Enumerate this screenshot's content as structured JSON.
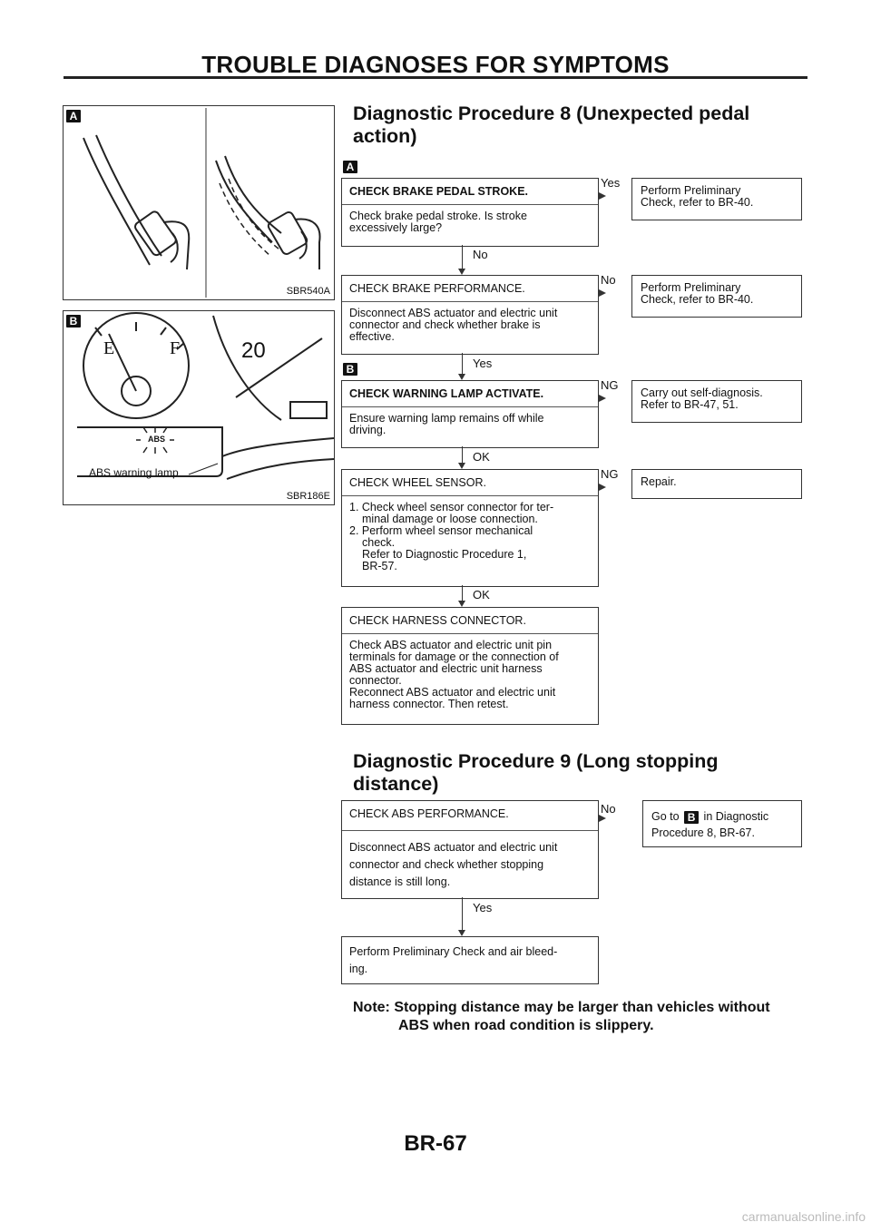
{
  "header": {
    "title": "TROUBLE DIAGNOSES FOR SYMPTOMS"
  },
  "figures": {
    "a": {
      "tag": "A",
      "code": "SBR540A"
    },
    "b": {
      "tag": "B",
      "code": "SBR186E",
      "lamp_label": "ABS warning lamp",
      "lamp_text": "ABS",
      "gauge_e": "E",
      "gauge_f": "F",
      "speed": "20"
    }
  },
  "proc8": {
    "title_line1": "Diagnostic Procedure 8 (Unexpected pedal",
    "title_line2": "action)",
    "tag_a": "A",
    "tag_b": "B",
    "steps": [
      {
        "heading": "CHECK BRAKE PEDAL STROKE.",
        "body": [
          "Check brake pedal stroke. Is stroke",
          "excessively large?"
        ],
        "down": "No",
        "right": "Yes",
        "result": [
          "Perform Preliminary",
          "Check, refer to BR-40."
        ]
      },
      {
        "heading": "CHECK BRAKE PERFORMANCE.",
        "body": [
          "Disconnect ABS actuator and electric unit",
          "connector and check whether brake is",
          "effective."
        ],
        "down": "Yes",
        "right": "No",
        "result": [
          "Perform Preliminary",
          "Check, refer to BR-40."
        ]
      },
      {
        "heading": "CHECK WARNING LAMP ACTIVATE.",
        "body": [
          "Ensure warning lamp remains off while",
          "driving."
        ],
        "down": "OK",
        "right": "NG",
        "result": [
          "Carry out self-diagnosis.",
          "Refer to BR-47, 51."
        ]
      },
      {
        "heading": "CHECK WHEEL SENSOR.",
        "body": [
          "1. Check wheel sensor connector for ter-",
          "minal damage or loose connection.",
          "2. Perform wheel sensor mechanical",
          "check.",
          "Refer to Diagnostic Procedure 1,",
          "BR-57."
        ],
        "down": "OK",
        "right": "NG",
        "result": [
          "Repair."
        ]
      },
      {
        "heading": "CHECK HARNESS CONNECTOR.",
        "body": [
          "Check ABS actuator and electric unit pin",
          "terminals for damage or the connection of",
          "ABS actuator and electric unit harness",
          "connector.",
          "Reconnect ABS actuator and electric unit",
          "harness connector. Then retest."
        ]
      }
    ]
  },
  "proc9": {
    "title_line1": "Diagnostic Procedure 9 (Long stopping",
    "title_line2": "distance)",
    "step": {
      "heading": "CHECK ABS PERFORMANCE.",
      "body": [
        "Disconnect ABS actuator and electric unit",
        "connector and check whether stopping",
        "distance is still long."
      ],
      "down": "Yes",
      "right": "No"
    },
    "result": {
      "pre": "Go to",
      "tag": "B",
      "post": "in Diagnostic",
      "line2": "Procedure 8, BR-67."
    },
    "final": [
      "Perform Preliminary Check and air bleed-",
      "ing."
    ],
    "note_line1": "Note: Stopping distance may be larger than vehicles without",
    "note_line2": "ABS when road condition is slippery."
  },
  "footer": {
    "page": "BR-67",
    "watermark": "carmanualsonline.info"
  }
}
